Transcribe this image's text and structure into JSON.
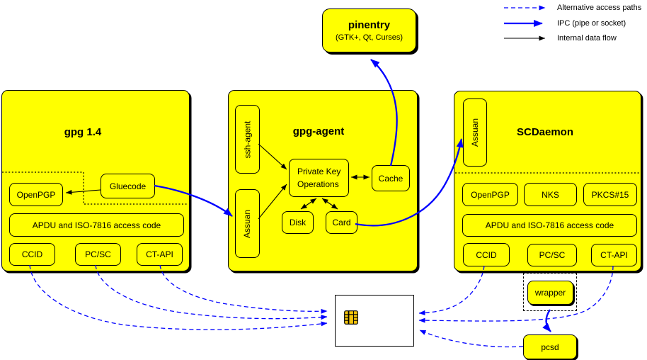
{
  "legend": {
    "alt": "Alternative access paths",
    "ipc": "IPC (pipe or socket)",
    "internal": "Internal data flow"
  },
  "pinentry": {
    "title": "pinentry",
    "subtitle": "(GTK+, Qt, Curses)"
  },
  "gpg14": {
    "title": "gpg 1.4",
    "gluecode": "Gluecode",
    "openpgp": "OpenPGP",
    "apdu": "APDU and ISO-7816 access code",
    "ccid": "CCID",
    "pcsc": "PC/SC",
    "ctapi": "CT-API"
  },
  "gpg_agent": {
    "title": "gpg-agent",
    "ssh_agent": "ssh-agent",
    "assuan": "Assuan",
    "private_key_ops_line1": "Private Key",
    "private_key_ops_line2": "Operations",
    "cache": "Cache",
    "disk": "Disk",
    "card": "Card"
  },
  "scdaemon": {
    "title": "SCDaemon",
    "assuan": "Assuan",
    "openpgp": "OpenPGP",
    "nks": "NKS",
    "pkcs15": "PKCS#15",
    "apdu": "APDU and ISO-7816 access code",
    "ccid": "CCID",
    "pcsc": "PC/SC",
    "ctapi": "CT-API"
  },
  "peripherals": {
    "wrapper": "wrapper",
    "pcsd": "pcsd"
  },
  "colors": {
    "module_fill": "#ffff00",
    "border": "#000000",
    "ipc_blue": "#0000ff",
    "alt_path_blue": "#0000ff",
    "internal_black": "#000000",
    "chip_gold": "#f2c40c",
    "card_fill": "#ffffff"
  }
}
